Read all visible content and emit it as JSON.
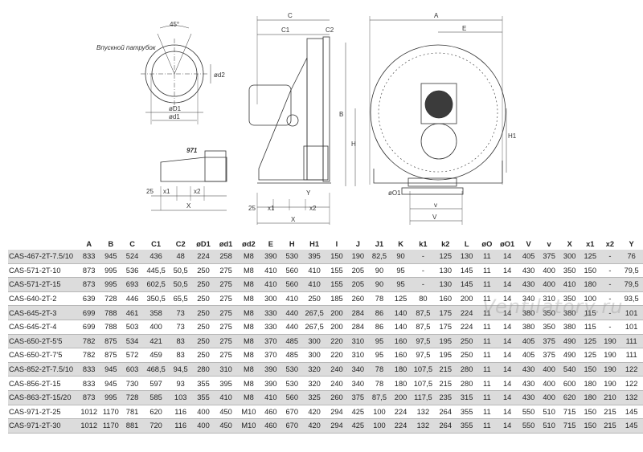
{
  "drawing": {
    "inlet_label": "Впускной патрубок",
    "angle_label": "45°",
    "model_label": "971",
    "dims": {
      "C": "C",
      "C1": "C1",
      "C2": "C2",
      "A": "A",
      "E": "E",
      "B": "B",
      "H": "H",
      "H1": "H1",
      "D1": "øD1",
      "d1": "ød1",
      "d2": "ød2",
      "O1": "øO1",
      "x1": "x1",
      "x2": "x2",
      "X": "X",
      "Y": "Y",
      "v": "v",
      "V": "V",
      "n25": "25"
    }
  },
  "table": {
    "headers": [
      "",
      "A",
      "B",
      "C",
      "C1",
      "C2",
      "øD1",
      "ød1",
      "ød2",
      "E",
      "H",
      "H1",
      "I",
      "J",
      "J1",
      "K",
      "k1",
      "k2",
      "L",
      "øO",
      "øO1",
      "V",
      "v",
      "X",
      "x1",
      "x2",
      "Y"
    ],
    "rows": [
      [
        "CAS-467-2T-7.5/10",
        "833",
        "945",
        "524",
        "436",
        "48",
        "224",
        "258",
        "M8",
        "390",
        "530",
        "395",
        "150",
        "190",
        "82,5",
        "90",
        "-",
        "125",
        "130",
        "11",
        "14",
        "405",
        "375",
        "300",
        "125",
        "-",
        "76"
      ],
      [
        "CAS-571-2T-10",
        "873",
        "995",
        "536",
        "445,5",
        "50,5",
        "250",
        "275",
        "M8",
        "410",
        "560",
        "410",
        "155",
        "205",
        "90",
        "95",
        "-",
        "130",
        "145",
        "11",
        "14",
        "430",
        "400",
        "350",
        "150",
        "-",
        "79,5"
      ],
      [
        "CAS-571-2T-15",
        "873",
        "995",
        "693",
        "602,5",
        "50,5",
        "250",
        "275",
        "M8",
        "410",
        "560",
        "410",
        "155",
        "205",
        "90",
        "95",
        "-",
        "130",
        "145",
        "11",
        "14",
        "430",
        "400",
        "410",
        "180",
        "-",
        "79,5"
      ],
      [
        "CAS-640-2T-2",
        "639",
        "728",
        "446",
        "350,5",
        "65,5",
        "250",
        "275",
        "M8",
        "300",
        "410",
        "250",
        "185",
        "260",
        "78",
        "125",
        "80",
        "160",
        "200",
        "11",
        "14",
        "340",
        "310",
        "350",
        "100",
        "-",
        "93,5"
      ],
      [
        "CAS-645-2T-3",
        "699",
        "788",
        "461",
        "358",
        "73",
        "250",
        "275",
        "M8",
        "330",
        "440",
        "267,5",
        "200",
        "284",
        "86",
        "140",
        "87,5",
        "175",
        "224",
        "11",
        "14",
        "380",
        "350",
        "380",
        "115",
        "-",
        "101"
      ],
      [
        "CAS-645-2T-4",
        "699",
        "788",
        "503",
        "400",
        "73",
        "250",
        "275",
        "M8",
        "330",
        "440",
        "267,5",
        "200",
        "284",
        "86",
        "140",
        "87,5",
        "175",
        "224",
        "11",
        "14",
        "380",
        "350",
        "380",
        "115",
        "-",
        "101"
      ],
      [
        "CAS-650-2T-5'5",
        "782",
        "875",
        "534",
        "421",
        "83",
        "250",
        "275",
        "M8",
        "370",
        "485",
        "300",
        "220",
        "310",
        "95",
        "160",
        "97,5",
        "195",
        "250",
        "11",
        "14",
        "405",
        "375",
        "490",
        "125",
        "190",
        "111"
      ],
      [
        "CAS-650-2T-7'5",
        "782",
        "875",
        "572",
        "459",
        "83",
        "250",
        "275",
        "M8",
        "370",
        "485",
        "300",
        "220",
        "310",
        "95",
        "160",
        "97,5",
        "195",
        "250",
        "11",
        "14",
        "405",
        "375",
        "490",
        "125",
        "190",
        "111"
      ],
      [
        "CAS-852-2T-7.5/10",
        "833",
        "945",
        "603",
        "468,5",
        "94,5",
        "280",
        "310",
        "M8",
        "390",
        "530",
        "320",
        "240",
        "340",
        "78",
        "180",
        "107,5",
        "215",
        "280",
        "11",
        "14",
        "430",
        "400",
        "540",
        "150",
        "190",
        "122"
      ],
      [
        "CAS-856-2T-15",
        "833",
        "945",
        "730",
        "597",
        "93",
        "355",
        "395",
        "M8",
        "390",
        "530",
        "320",
        "240",
        "340",
        "78",
        "180",
        "107,5",
        "215",
        "280",
        "11",
        "14",
        "430",
        "400",
        "600",
        "180",
        "190",
        "122"
      ],
      [
        "CAS-863-2T-15/20",
        "873",
        "995",
        "728",
        "585",
        "103",
        "355",
        "410",
        "M8",
        "410",
        "560",
        "325",
        "260",
        "375",
        "87,5",
        "200",
        "117,5",
        "235",
        "315",
        "11",
        "14",
        "430",
        "400",
        "620",
        "180",
        "210",
        "132"
      ],
      [
        "CAS-971-2T-25",
        "1012",
        "1170",
        "781",
        "620",
        "116",
        "400",
        "450",
        "M10",
        "460",
        "670",
        "420",
        "294",
        "425",
        "100",
        "224",
        "132",
        "264",
        "355",
        "11",
        "14",
        "550",
        "510",
        "715",
        "150",
        "215",
        "145"
      ],
      [
        "CAS-971-2T-30",
        "1012",
        "1170",
        "881",
        "720",
        "116",
        "400",
        "450",
        "M10",
        "460",
        "670",
        "420",
        "294",
        "425",
        "100",
        "224",
        "132",
        "264",
        "355",
        "11",
        "14",
        "550",
        "510",
        "715",
        "150",
        "215",
        "145"
      ]
    ]
  },
  "watermark": "Ventilatory.ru"
}
